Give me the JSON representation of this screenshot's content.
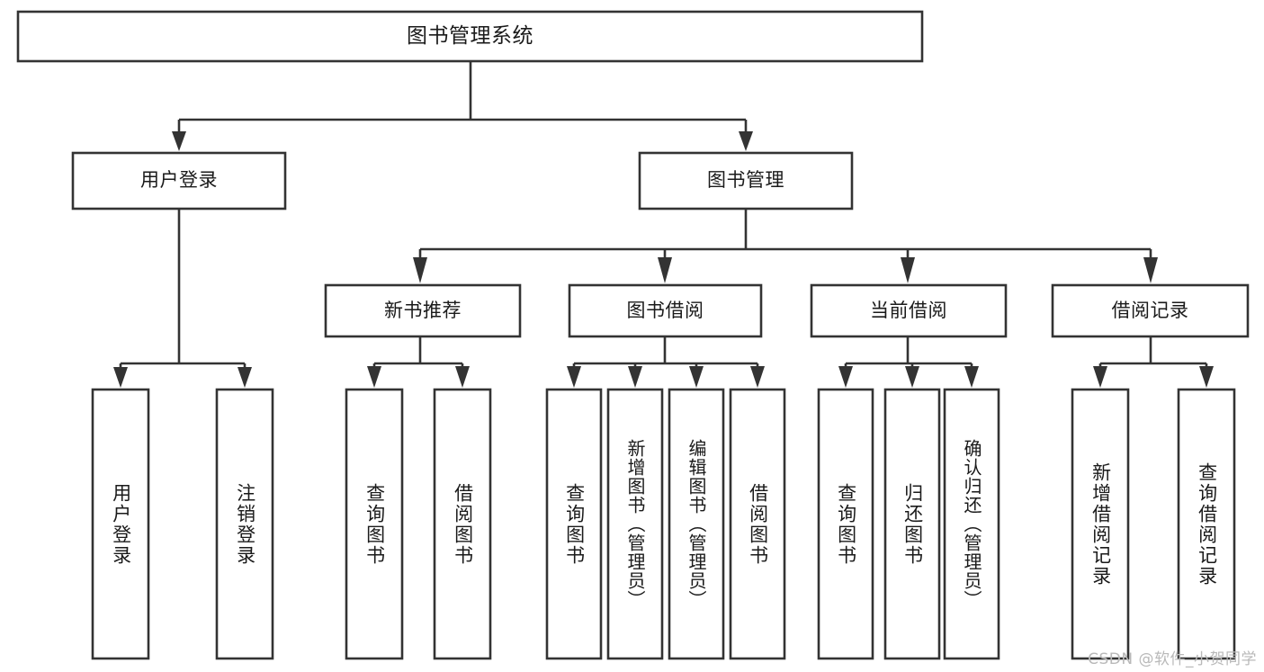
{
  "diagram": {
    "title": "图书管理系统",
    "type": "tree",
    "watermark": "CSDN @软件_小贺同学",
    "levels": {
      "root": {
        "label": "图书管理系统"
      },
      "level2": [
        {
          "label": "用户登录"
        },
        {
          "label": "图书管理"
        }
      ],
      "level3": [
        {
          "label": "新书推荐"
        },
        {
          "label": "图书借阅"
        },
        {
          "label": "当前借阅"
        },
        {
          "label": "借阅记录"
        }
      ],
      "leaves": {
        "user_login": [
          {
            "label": "用户登录"
          },
          {
            "label": "注销登录"
          }
        ],
        "new_book_recommend": [
          {
            "label": "查询图书"
          },
          {
            "label": "借阅图书"
          }
        ],
        "book_borrow": [
          {
            "label": "查询图书"
          },
          {
            "label": "新增图书（管理员）"
          },
          {
            "label": "编辑图书（管理员）"
          },
          {
            "label": "借阅图书"
          }
        ],
        "current_borrow": [
          {
            "label": "查询图书"
          },
          {
            "label": "归还图书"
          },
          {
            "label": "确认归还（管理员）"
          }
        ],
        "borrow_record": [
          {
            "label": "新增借阅记录"
          },
          {
            "label": "查询借阅记录"
          }
        ]
      }
    },
    "colors": {
      "box_stroke": "#333333",
      "box_fill": "#ffffff",
      "text": "#1a1a1a",
      "watermark": "#b9b9b9",
      "background": "#ffffff"
    }
  }
}
